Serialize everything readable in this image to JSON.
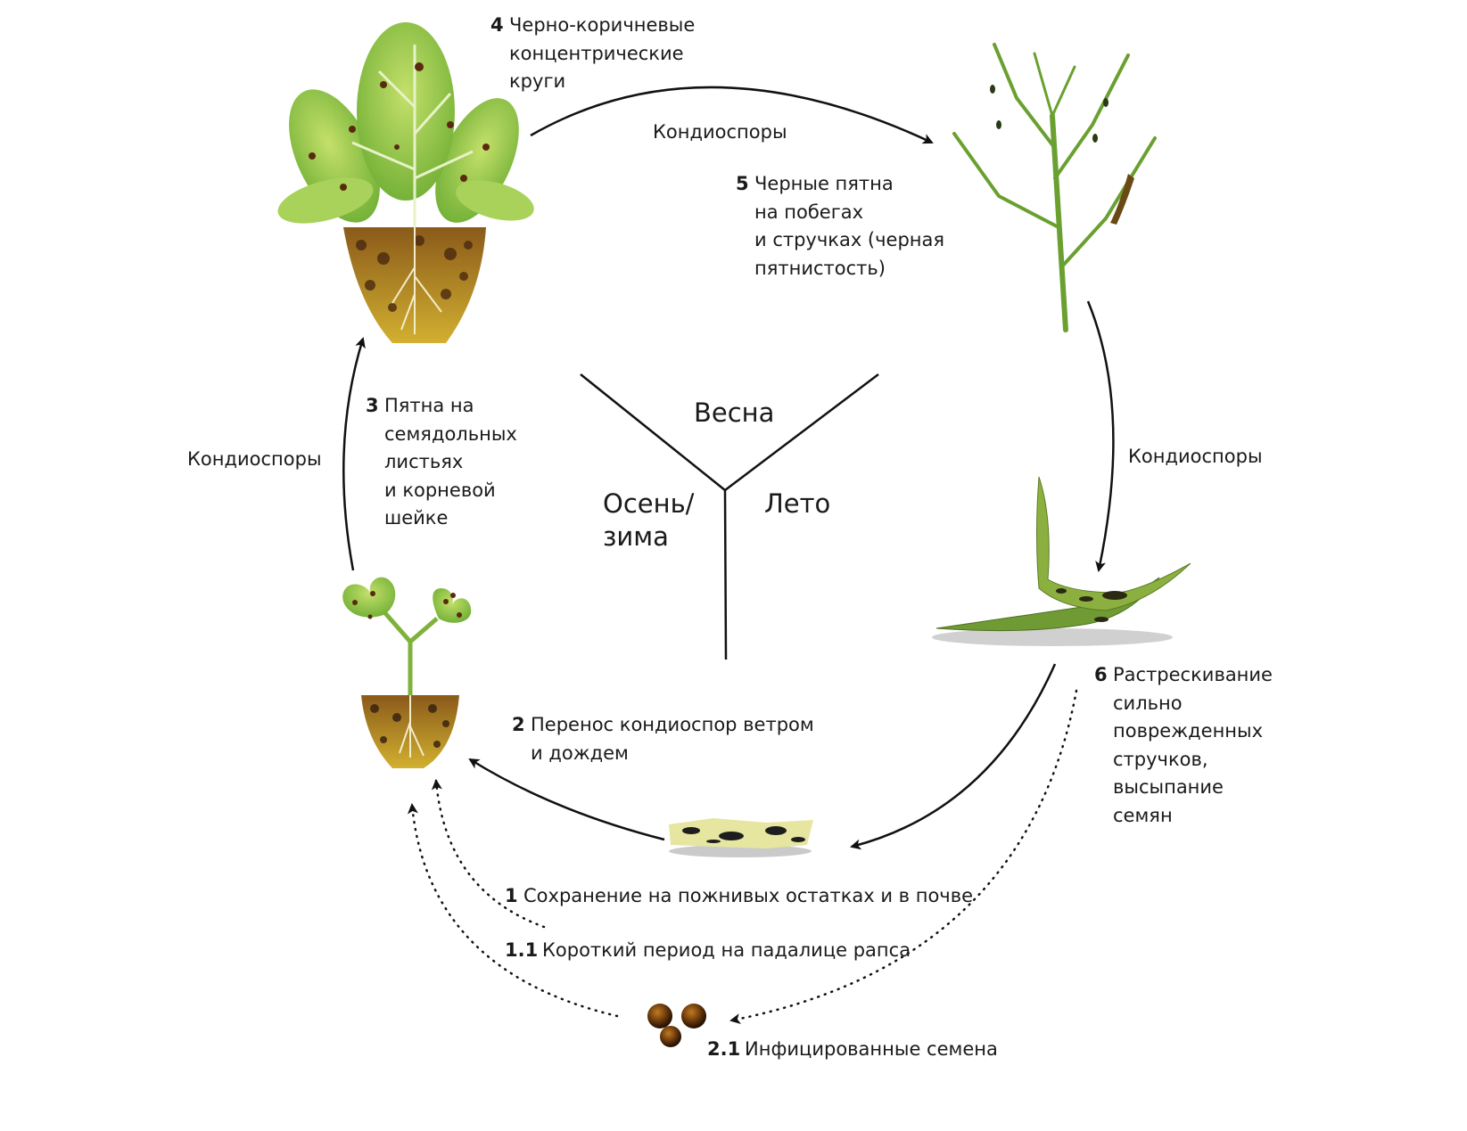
{
  "diagram": {
    "title": "",
    "seasons": {
      "spring": "Весна",
      "summer": "Лето",
      "autumn_winter": [
        "Осень/",
        "зима"
      ]
    },
    "stages": [
      {
        "num": "1",
        "lines": [
          "Сохранение на пожнивых остатках и в почве"
        ]
      },
      {
        "num": "1.1",
        "lines": [
          "Короткий период на падалице рапса"
        ]
      },
      {
        "num": "2",
        "lines": [
          "Перенос кондиоспор ветром",
          "и дождем"
        ]
      },
      {
        "num": "2.1",
        "lines": [
          "Инфицированные семена"
        ]
      },
      {
        "num": "3",
        "lines": [
          "Пятна на",
          "семядольных",
          "листьях",
          "и корневой",
          "шейке"
        ]
      },
      {
        "num": "4",
        "lines": [
          "Черно-коричневые",
          "концентрические",
          "круги"
        ]
      },
      {
        "num": "5",
        "lines": [
          "Черные пятна",
          "на побегах",
          "и стручках (черная",
          "пятнистость)"
        ]
      },
      {
        "num": "6",
        "lines": [
          "Растрескивание",
          "сильно",
          "поврежденных",
          "стручков,",
          "высыпание",
          "семян"
        ]
      }
    ],
    "arrow_labels": {
      "top": "Кондиоспоры",
      "left": "Кондиоспоры",
      "right": "Кондиоспоры"
    },
    "illustrations": [
      {
        "id": "mature-plant-icon",
        "desc": "rapeseed rosette with spotted leaves in soil"
      },
      {
        "id": "pod-branch-icon",
        "desc": "stem with pods showing black spots"
      },
      {
        "id": "cracked-pods-icon",
        "desc": "split damaged pods"
      },
      {
        "id": "stubble-icon",
        "desc": "infected crop residue"
      },
      {
        "id": "seedling-icon",
        "desc": "seedling with spotted cotyledons in soil"
      },
      {
        "id": "seeds-icon",
        "desc": "three infected seeds"
      }
    ],
    "colors": {
      "line": "#111111",
      "leaf": "#9cc94a",
      "leaf_dark": "#5f9a2c",
      "soil": "#b8901c",
      "soil_dark": "#5a3a14",
      "seed": "#6b3a0c"
    }
  }
}
